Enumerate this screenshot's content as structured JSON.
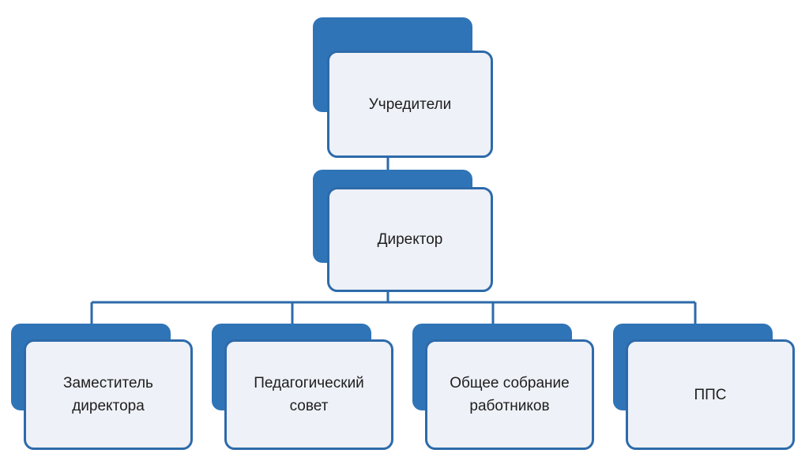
{
  "diagram": {
    "top": {
      "label": "Учредители"
    },
    "middle": {
      "label": "Директор"
    },
    "children": [
      {
        "label": "Заместитель\nдиректора"
      },
      {
        "label": "Педагогический\nсовет"
      },
      {
        "label": "Общее собрание\nработников"
      },
      {
        "label": "ППС"
      }
    ]
  },
  "colors": {
    "accent_blue": "#2f74b7",
    "border_blue": "#2d6aaa",
    "box_fill": "#eef1f7",
    "text": "#1e1e1e"
  }
}
